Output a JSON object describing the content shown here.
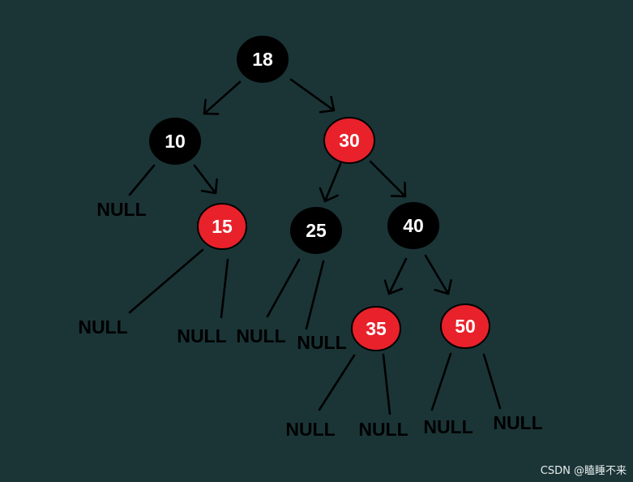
{
  "colors": {
    "background": "#1b3537",
    "black_node": "#000000",
    "red_node": "#e8212b",
    "edge": "#000000",
    "node_text": "#ffffff",
    "null_text": "#000000"
  },
  "nodes": [
    {
      "id": "n18",
      "label": "18",
      "color": "black"
    },
    {
      "id": "n10",
      "label": "10",
      "color": "black"
    },
    {
      "id": "n30",
      "label": "30",
      "color": "red"
    },
    {
      "id": "n15",
      "label": "15",
      "color": "red"
    },
    {
      "id": "n25",
      "label": "25",
      "color": "black"
    },
    {
      "id": "n40",
      "label": "40",
      "color": "black"
    },
    {
      "id": "n35",
      "label": "35",
      "color": "red"
    },
    {
      "id": "n50",
      "label": "50",
      "color": "red"
    }
  ],
  "null_label": "NULL",
  "watermark": "CSDN @瞌睡不来"
}
